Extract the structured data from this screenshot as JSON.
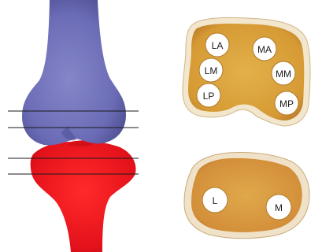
{
  "figure": {
    "bone_model": {
      "femur_color": "#6b6cb6",
      "tibia_color": "#e3111a",
      "cut_lines_count": 4
    },
    "femoral_slice": {
      "tissue_color": "#d9a23a",
      "holes": [
        {
          "id": "la",
          "label": "LA"
        },
        {
          "id": "ma",
          "label": "MA"
        },
        {
          "id": "lm",
          "label": "LM"
        },
        {
          "id": "mm",
          "label": "MM"
        },
        {
          "id": "lp",
          "label": "LP"
        },
        {
          "id": "mp",
          "label": "MP"
        }
      ]
    },
    "tibial_slice": {
      "tissue_color": "#d59a3a",
      "holes": [
        {
          "id": "l",
          "label": "L"
        },
        {
          "id": "m",
          "label": "M"
        }
      ]
    }
  }
}
